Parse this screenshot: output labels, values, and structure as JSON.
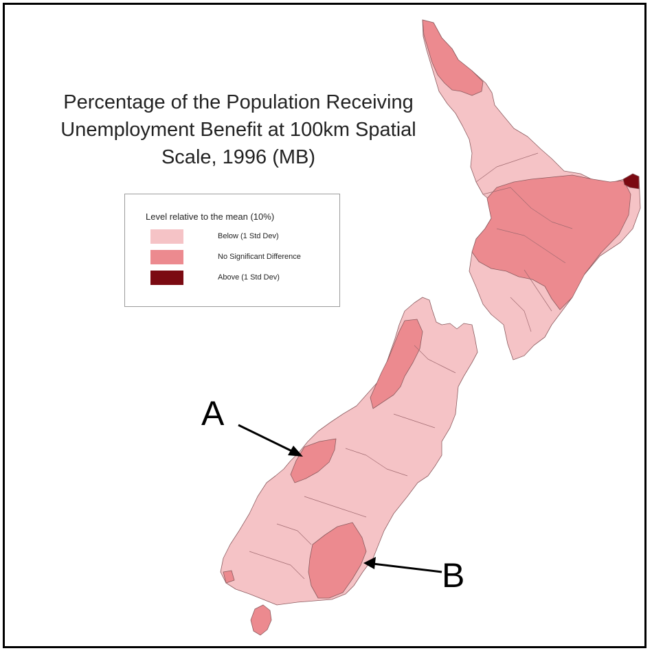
{
  "map": {
    "title_lines": [
      "Percentage of the Population Receiving",
      "Unemployment Benefit at 100km Spatial",
      "Scale, 1996 (MB)"
    ],
    "legend": {
      "title": "Level relative to the mean (10%)",
      "items": [
        {
          "label": "Below (1 Std Dev)",
          "color": "#f5c3c6"
        },
        {
          "label": "No Significant Difference",
          "color": "#ec8a8f"
        },
        {
          "label": "Above (1 Std Dev)",
          "color": "#7b0a12"
        }
      ]
    },
    "callouts": [
      {
        "label": "A"
      },
      {
        "label": "B"
      }
    ],
    "colors": {
      "below": "#f5c3c6",
      "no_significant": "#ec8a8f",
      "above": "#7b0a12",
      "boundary": "#8a5a5e",
      "frame": "#000000"
    }
  }
}
